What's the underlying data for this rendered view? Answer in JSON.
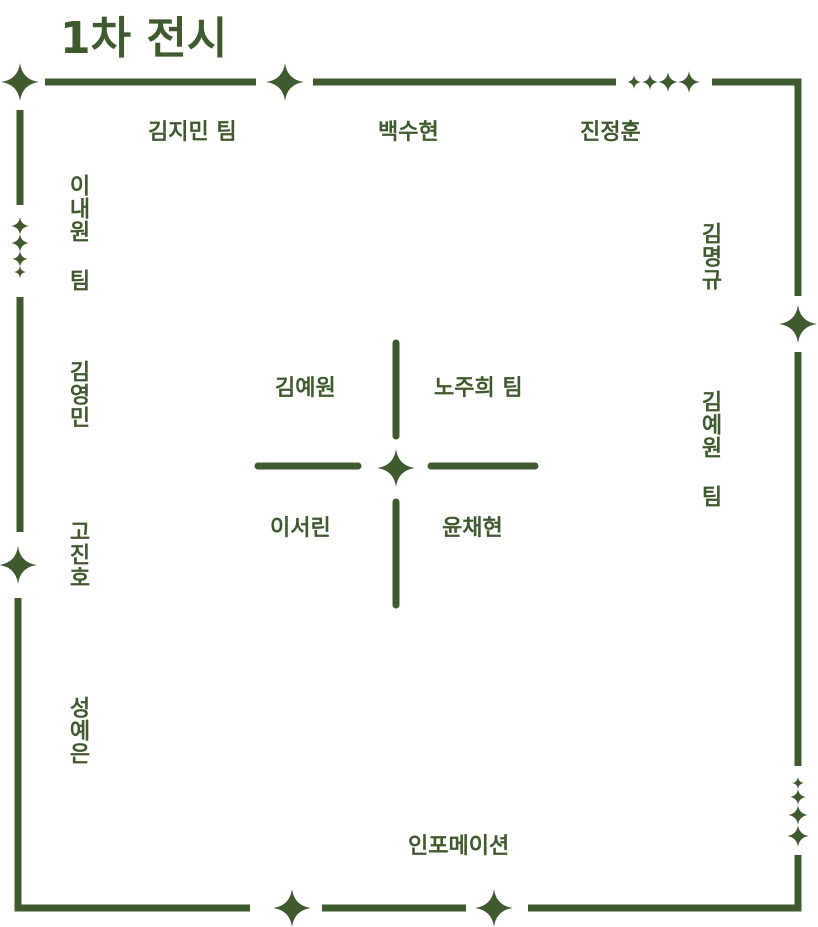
{
  "title": "1차 전시",
  "accent_color": "#3f5a2e",
  "labels": {
    "top_left": "김지민 팀",
    "top_mid": "백수현",
    "top_right": "진정훈",
    "left_1": "이내원 팀",
    "left_2": "김영민",
    "left_3": "고진호",
    "left_4": "성예은",
    "right_1": "김명규",
    "right_2": "김예원 팀",
    "center_tl": "김예원",
    "center_tr": "노주희 팀",
    "center_bl": "이서린",
    "center_br": "윤채현",
    "bottom": "인포메이션"
  }
}
